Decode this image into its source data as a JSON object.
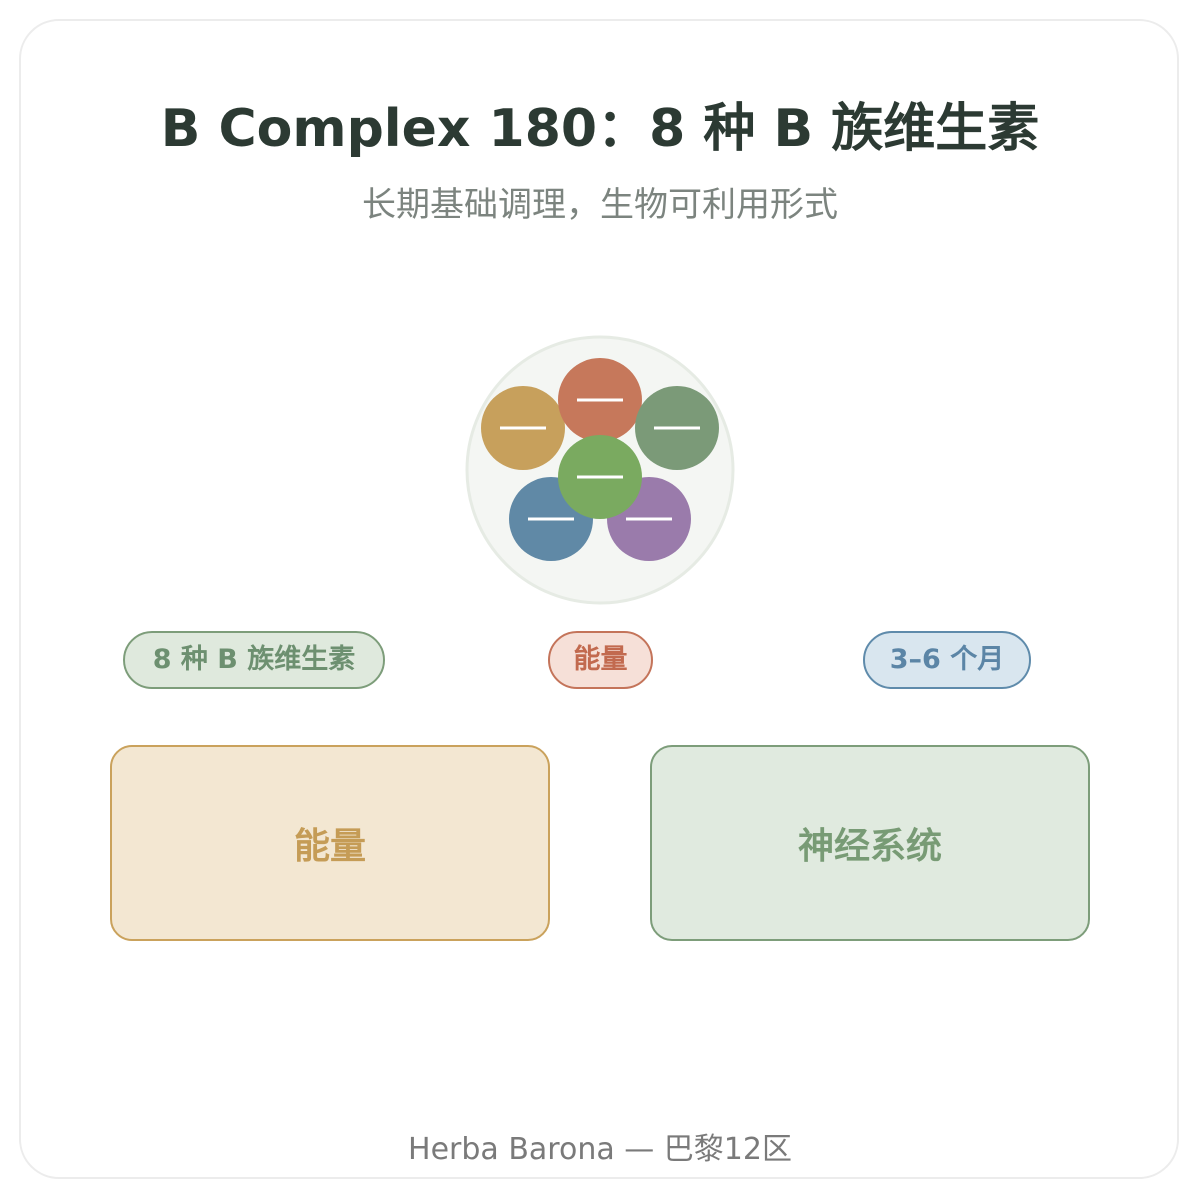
{
  "title": "B Complex 180：8 种 B 族维生素",
  "subtitle": "长期基础调理，生物可利用形式",
  "graphic": {
    "icon": "vitamin-capsules-cluster",
    "colors": {
      "backdrop": "#f4f6f3",
      "backdrop_border": "#e6ebe4",
      "terracotta": "#c6785b",
      "ochre": "#c7a05c",
      "sage": "#7b9a78",
      "blue": "#6089a6",
      "purple": "#9a7bab",
      "green": "#7aaa60",
      "stripe": "#ffffff"
    }
  },
  "badges": {
    "components": "8 种 B 族维生素",
    "energy": "能量",
    "duration": "3–6 个月"
  },
  "boxes": {
    "energy": "能量",
    "nervous_system": "神经系统"
  },
  "footer": "Herba Barona — 巴黎12区",
  "colors": {
    "title": "#2c3a33",
    "subtitle": "#7c847f",
    "sage_fill": "#dfe9dd",
    "sage_border": "#7d9d7a",
    "terracotta_fill": "#f6e0d8",
    "terracotta_border": "#c4745a",
    "blue_fill": "#d9e6ef",
    "blue_border": "#5f8bab",
    "ochre_fill": "#f3e7d2",
    "ochre_border": "#caa25c"
  }
}
